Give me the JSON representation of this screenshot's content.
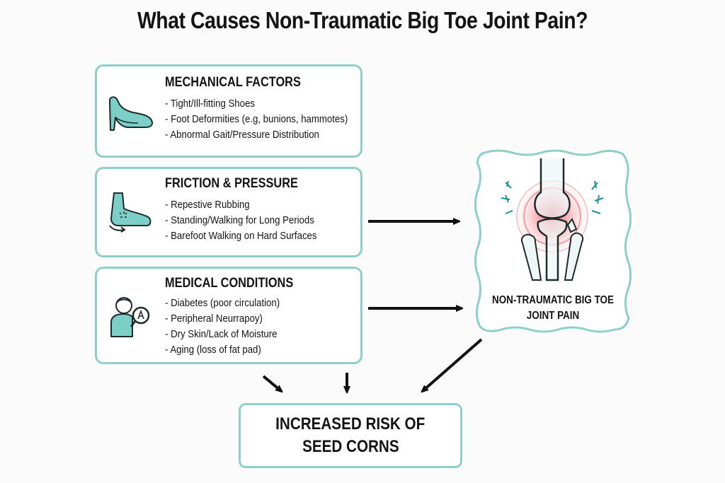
{
  "title": "What Causes Non-Traumatic Big Toe Joint Pain?",
  "colors": {
    "accent": "#8dcfcb",
    "icon_fill": "#7ccfc6",
    "inflammation": "#e84a5f",
    "text": "#141414"
  },
  "boxes": [
    {
      "id": "mechanical",
      "title": "MECHANICAL FACTORS",
      "icon": "high-heel-shoe-icon",
      "items": [
        "Tight/Ill-fitting Shoes",
        "Foot Deformities (e.g, bunions, hammotes)",
        "Abnormal Gait/Pressure Distribution"
      ]
    },
    {
      "id": "friction",
      "title": "FRICTION & PRESSURE",
      "icon": "foot-rubbing-icon",
      "items": [
        "Repestive Rubbing",
        "Standing/Walking for Long Periods",
        "Barefoot Walking on Hard Surfaces"
      ]
    },
    {
      "id": "medical",
      "title": "MEDICAL CONDITIONS",
      "icon": "person-magnifier-icon",
      "items": [
        "Diabetes (poor circulation)",
        "Peripheral Neurrapoy)",
        "Dry Skin/Lack of Moisture",
        "Aging (loss of fat pad)"
      ]
    }
  ],
  "joint": {
    "label_line1": "NON-TRAUMATIC BIG TOE",
    "label_line2": "JOINT PAIN",
    "icon": "inflamed-joint-icon"
  },
  "result": {
    "line1": "INCREASED RISK OF",
    "line2": "SEED CORNS"
  }
}
